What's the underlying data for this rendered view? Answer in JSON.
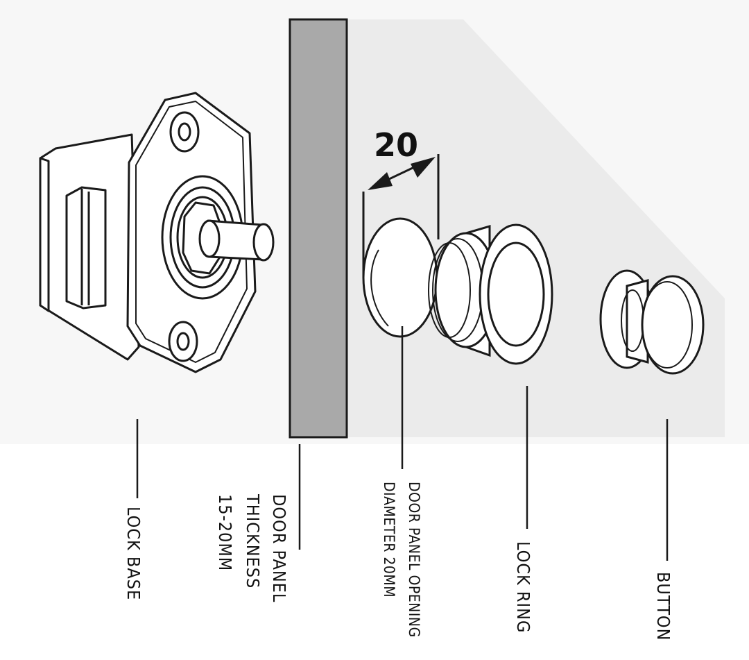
{
  "dimension": {
    "value": "20"
  },
  "labels": {
    "lock_base": "LOCK BASE",
    "door_panel_thickness": [
      "DOOR PANEL",
      "THICKNESS",
      "15-20MM"
    ],
    "door_panel_opening": [
      "DOOR PANEL OPENING",
      "DIAMETER 20MM"
    ],
    "lock_ring": "LOCK RING",
    "button": "BUTTON"
  },
  "colors": {
    "panel_face": "#ebebeb",
    "panel_edge": "#a9a9a9",
    "line": "#1a1a1a",
    "background": "#f7f7f7"
  }
}
